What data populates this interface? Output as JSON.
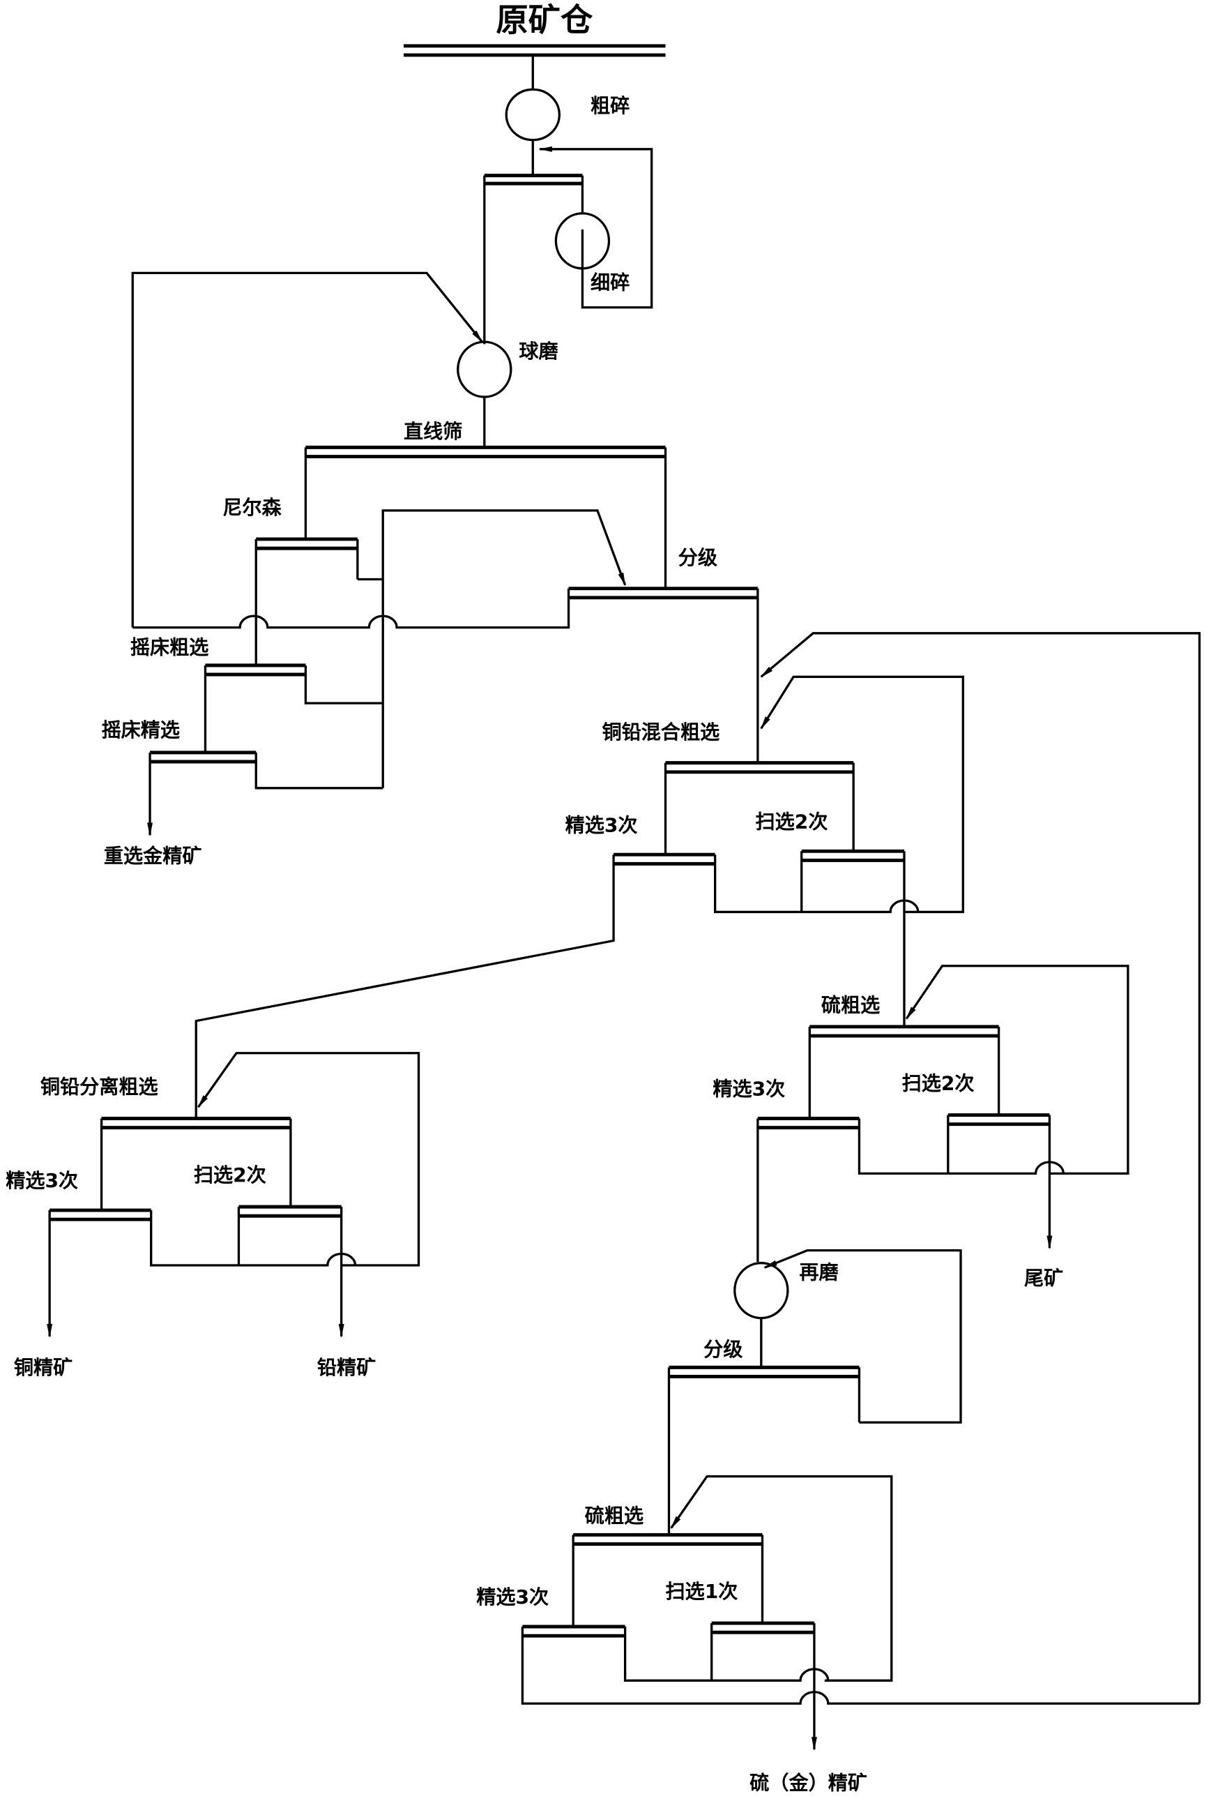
{
  "diagram": {
    "title": "原矿仓",
    "nodes": {
      "coarse_crush": "粗碎",
      "fine_crush": "细碎",
      "ball_mill": "球磨",
      "linear_screen": "直线筛",
      "nelson": "尼尔森",
      "classify1": "分级",
      "table_rough": "摇床粗选",
      "table_clean": "摇床精选",
      "gravity_gold": "重选金精矿",
      "cupb_bulk_rough": "铜铅混合粗选",
      "cupb_bulk_clean": "精选3次",
      "cupb_bulk_scav": "扫选2次",
      "cupb_sep_rough": "铜铅分离粗选",
      "cupb_sep_clean": "精选3次",
      "cupb_sep_scav": "扫选2次",
      "cu_conc": "铜精矿",
      "pb_conc": "铅精矿",
      "s_rough1": "硫粗选",
      "s_clean1": "精选3次",
      "s_scav1": "扫选2次",
      "tailings": "尾矿",
      "regrind": "再磨",
      "classify2": "分级",
      "s_rough2": "硫粗选",
      "s_clean2": "精选3次",
      "s_scav2": "扫选1次",
      "s_au_conc": "硫（金）精矿"
    }
  }
}
